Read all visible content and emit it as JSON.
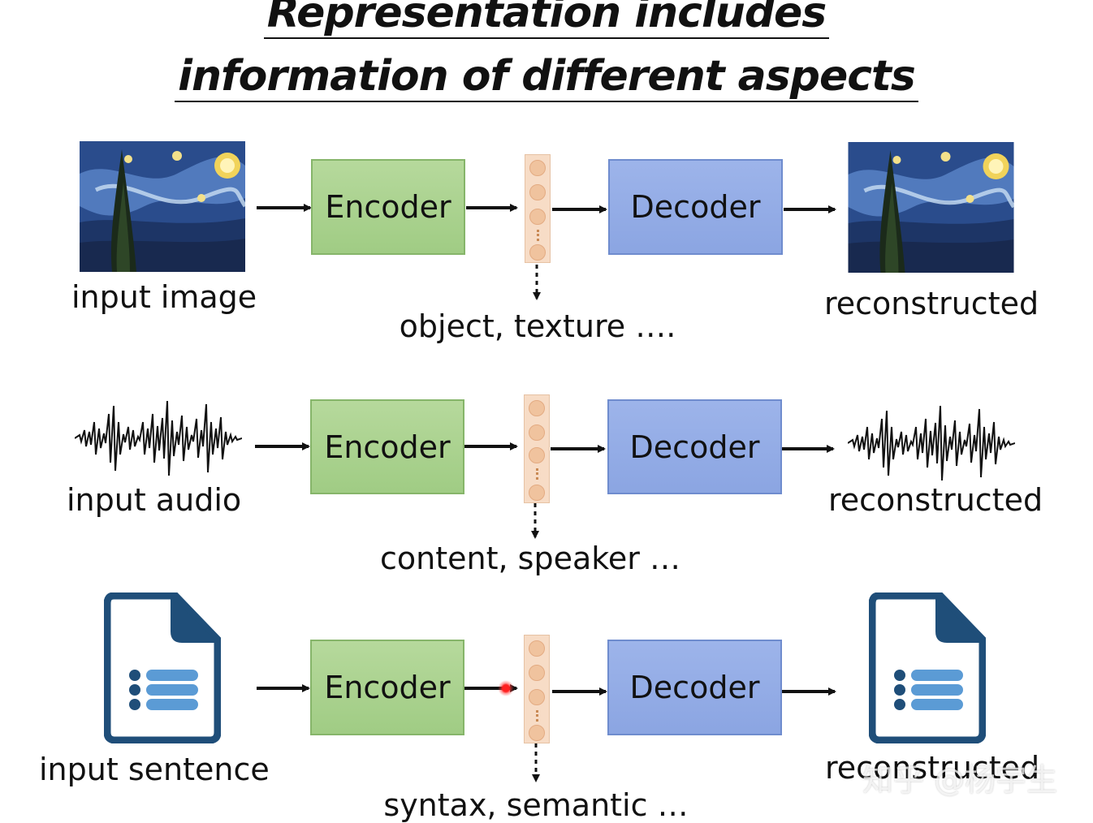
{
  "title": {
    "line1": "Representation includes",
    "line2": "information of different aspects"
  },
  "rows": [
    {
      "input_label": "input image",
      "encoder_label": "Encoder",
      "decoder_label": "Decoder",
      "features_label": "object, texture ….",
      "output_label": "reconstructed",
      "input_icon": "starry-night-painting",
      "output_icon": "starry-night-painting"
    },
    {
      "input_label": "input audio",
      "encoder_label": "Encoder",
      "decoder_label": "Decoder",
      "features_label": "content, speaker …",
      "output_label": "reconstructed",
      "input_icon": "audio-waveform",
      "output_icon": "audio-waveform"
    },
    {
      "input_label": "input sentence",
      "encoder_label": "Encoder",
      "decoder_label": "Decoder",
      "features_label": "syntax, semantic …",
      "output_label": "reconstructed",
      "input_icon": "document-list-icon",
      "output_icon": "document-list-icon"
    }
  ],
  "watermark": "知乎 @杨宇生",
  "colors": {
    "encoder": "#a9d18e",
    "decoder": "#8faadc",
    "vector": "#f8cbad",
    "document_icon": "#1f4e79",
    "document_lines": "#5b9bd5"
  }
}
